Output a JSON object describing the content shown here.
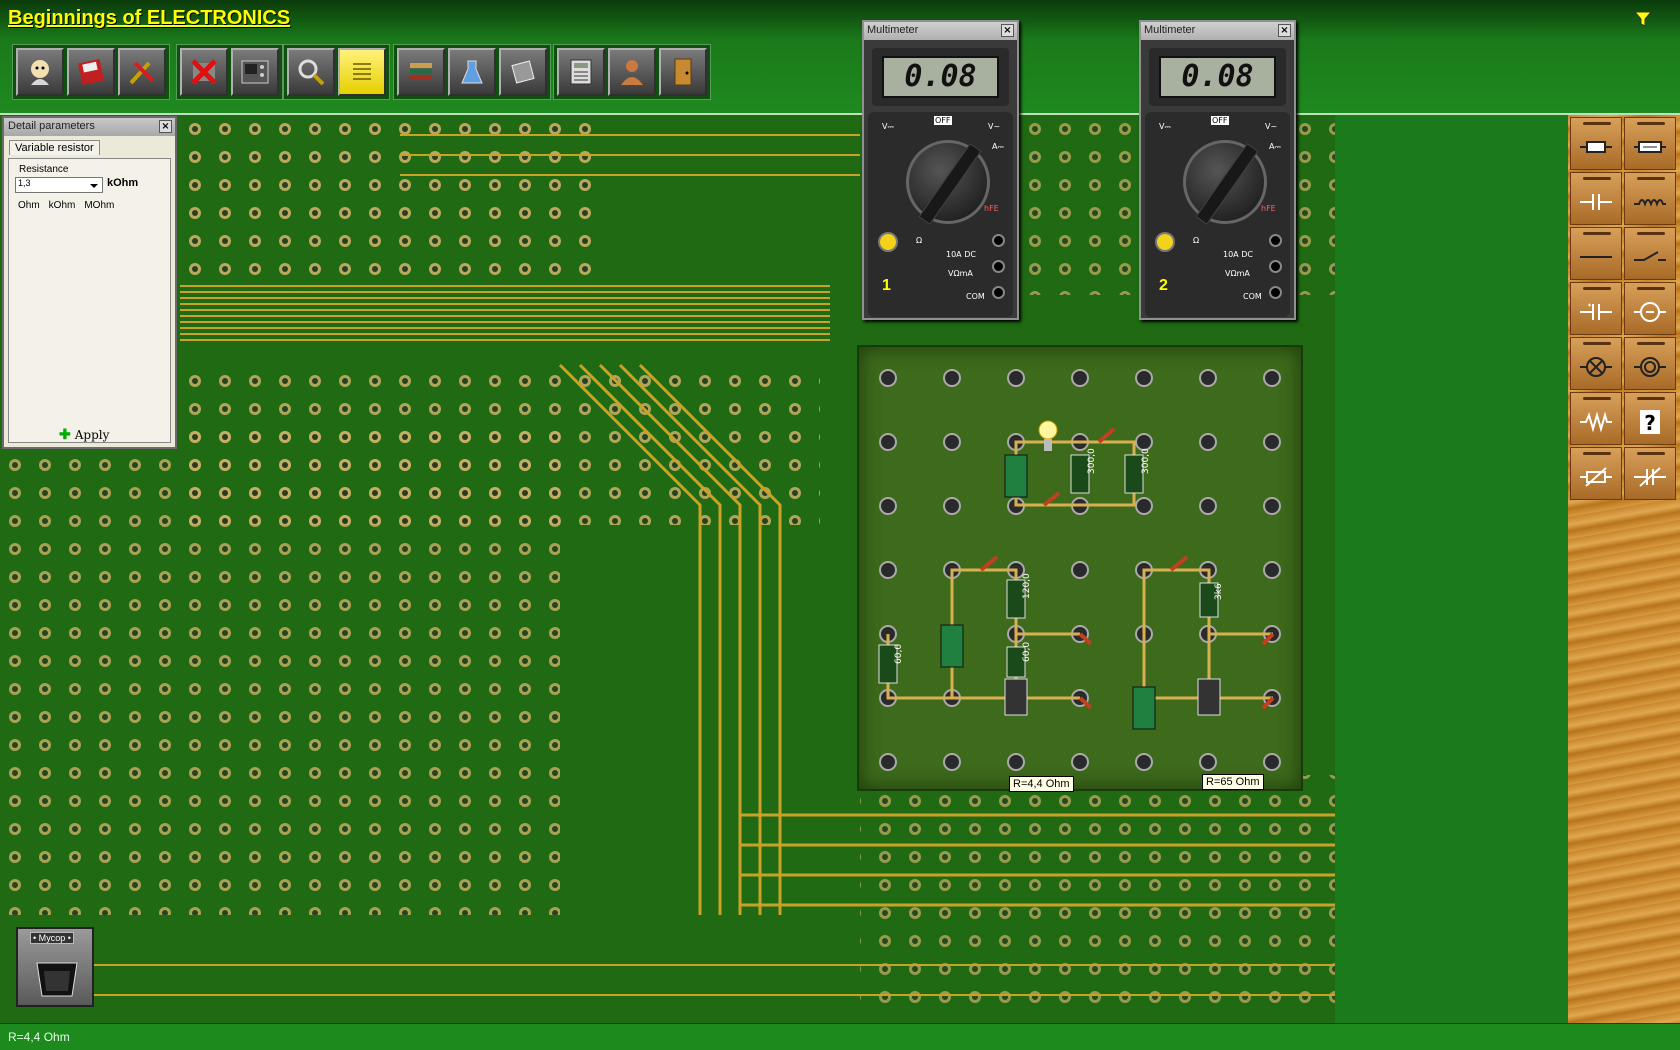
{
  "app": {
    "title": "Beginnings of ELECTRONICS"
  },
  "colors": {
    "accent": "#ffff00",
    "background": "#1b7a1b",
    "pcb": "#1f6a12",
    "traces": "#c9a227"
  },
  "toolbar": {
    "groups": [
      {
        "buttons": [
          {
            "name": "wizard-icon"
          },
          {
            "name": "save-disk-icon"
          },
          {
            "name": "tools-icon"
          }
        ]
      },
      {
        "buttons": [
          {
            "name": "delete-icon"
          },
          {
            "name": "oscilloscope-icon"
          }
        ]
      },
      {
        "buttons": [
          {
            "name": "magnifier-icon"
          },
          {
            "name": "notes-icon"
          }
        ]
      },
      {
        "buttons": [
          {
            "name": "books-icon"
          },
          {
            "name": "lab-icon"
          },
          {
            "name": "chip-icon"
          }
        ]
      },
      {
        "buttons": [
          {
            "name": "calculator-icon"
          },
          {
            "name": "teacher-icon"
          },
          {
            "name": "exit-door-icon"
          }
        ]
      }
    ]
  },
  "detail_panel": {
    "title": "Detail parameters",
    "tab": "Variable resistor",
    "resistance_label": "Resistance",
    "resistance_value": "1,3",
    "resistance_unit": "kOhm",
    "unit_buttons": [
      "Ohm",
      "kOhm",
      "MOhm"
    ],
    "apply_label": "Apply"
  },
  "meters": [
    {
      "title": "Multimeter",
      "reading": "0.08",
      "number": "1"
    },
    {
      "title": "Multimeter",
      "reading": "0.08",
      "number": "2"
    }
  ],
  "meter_labels": {
    "off": "OFF",
    "v_dc": "V⎓",
    "v_ac": "V~",
    "a_dc": "A⎓",
    "hfe": "hFE",
    "ten_a": "10A DC",
    "com": "COM",
    "ohm": "Ω",
    "vohm": "VΩmA"
  },
  "board": {
    "resistor_labels": [
      "300,0",
      "300,0",
      "120,0",
      "60,0",
      "60,0",
      "3k6"
    ]
  },
  "tooltips": [
    {
      "text": "R=4,4 Ohm"
    },
    {
      "text": "R=65 Ohm"
    }
  ],
  "components_panel": {
    "items": [
      "resistor-box-icon",
      "resistor-wide-icon",
      "capacitor-icon",
      "inductor-icon",
      "wire-icon",
      "switch-icon",
      "electrolytic-capacitor-icon",
      "ammeter-icon",
      "lamp-icon",
      "meter-icon",
      "variable-resistor-icon",
      "help-icon",
      "variable-capacitor-icon",
      "trimmer-icon"
    ],
    "help_glyph": "?"
  },
  "trash": {
    "label": "• Мусор •"
  },
  "status": {
    "text": "R=4,4 Ohm"
  }
}
